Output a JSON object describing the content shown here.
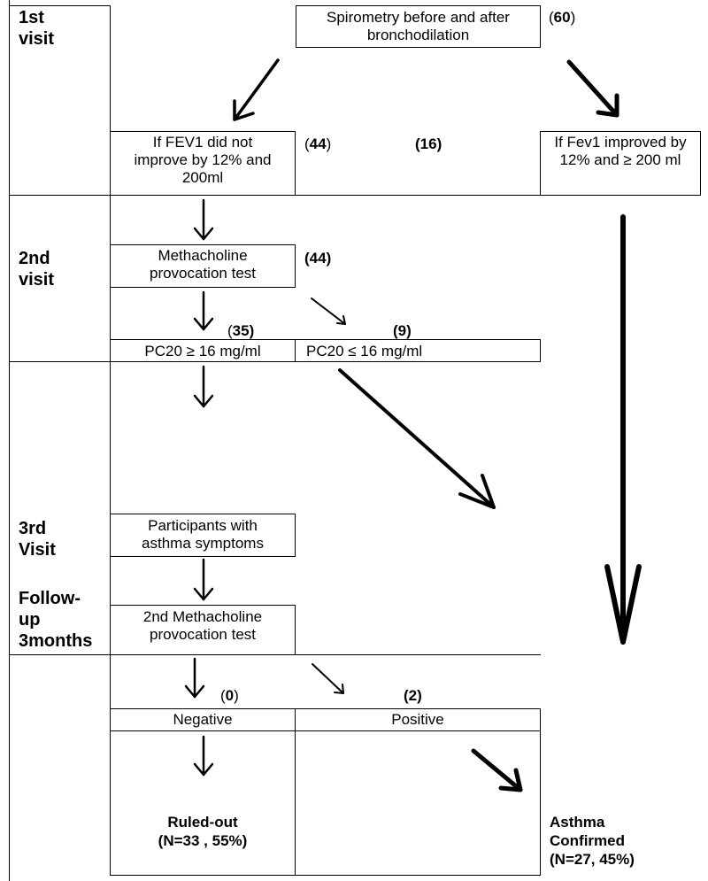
{
  "visits": {
    "first": "1st\nvisit",
    "second": "2nd\nvisit",
    "third": "3rd\nVisit",
    "followup": "Follow-\nup\n3months"
  },
  "boxes": {
    "spirometry": "Spirometry before and after bronchodilation",
    "fev1_not_improved": "If FEV1 did not improve by 12% and 200ml",
    "fev1_improved": "If Fev1 improved by 12% and ≥ 200 ml",
    "methacholine": "Methacholine provocation test",
    "pc20_high": "PC20 ≥ 16 mg/ml",
    "pc20_low": "PC20 ≤ 16 mg/ml",
    "symptoms": "Participants with asthma symptoms",
    "methacholine2": "2nd Methacholine provocation test",
    "negative": "Negative",
    "positive": "Positive"
  },
  "counts": {
    "total": "60",
    "not_improved": "44",
    "improved": "16",
    "methacholine": "44",
    "pc20_high": "35",
    "pc20_low": "9",
    "negative": "0",
    "positive": "2"
  },
  "results": {
    "ruled_out": "Ruled-out",
    "ruled_out_stat": "(N=33 , 55%)",
    "confirmed": "Asthma Confirmed",
    "confirmed_stat": "(N=27, 45%)"
  }
}
